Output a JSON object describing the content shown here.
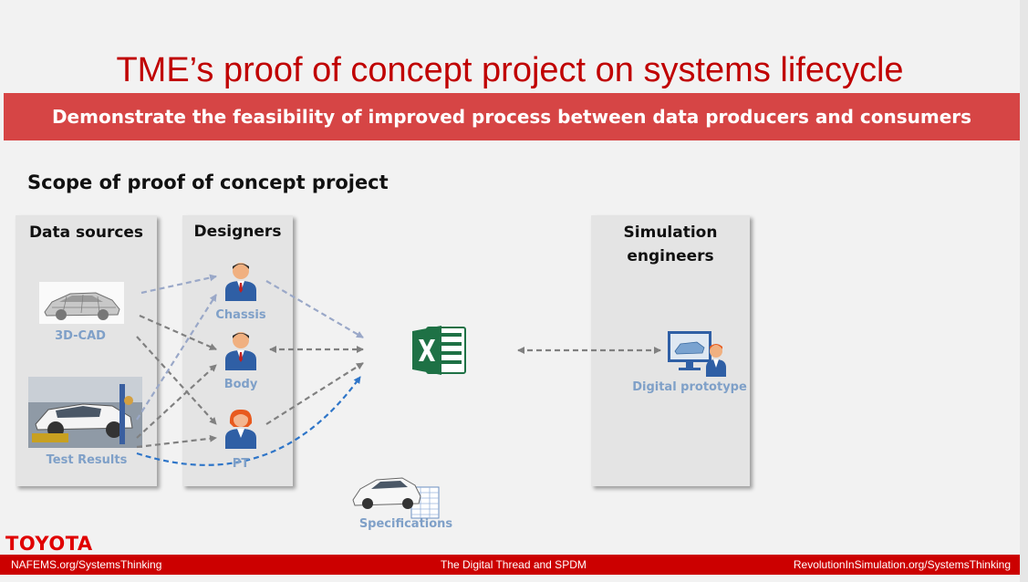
{
  "title": "TME’s proof of concept project on systems lifecycle",
  "banner": "Demonstrate the feasibility of improved process between data producers and consumers",
  "scope_heading": "Scope of proof of concept project",
  "panels": {
    "data_sources": "Data sources",
    "designers": "Designers",
    "simulation_line1": "Simulation",
    "simulation_line2": "engineers"
  },
  "labels": {
    "cad": "3D-CAD",
    "test_results": "Test Results",
    "chassis": "Chassis",
    "body": "Body",
    "pt": "PT",
    "digital_prototype": "Digital prototype",
    "specifications": "Specifications"
  },
  "logo": "TOYOTA",
  "footer": {
    "left": "NAFEMS.org/SystemsThinking",
    "center": "The Digital Thread and SPDM",
    "right": "RevolutionInSimulation.org/SystemsThinking"
  },
  "colors": {
    "title": "#c00000",
    "banner": "#d64545",
    "label": "#7fa0c8",
    "footer": "#cc0000"
  }
}
